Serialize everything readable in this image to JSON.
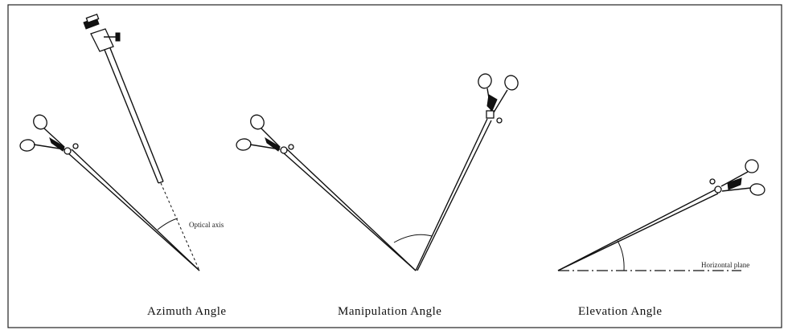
{
  "diagram": {
    "captions": {
      "azimuth": "Azimuth  Angle",
      "manipulation": "Manipulation  Angle",
      "elevation": "Elevation  Angle"
    },
    "labels": {
      "optical_axis": "Optical axis",
      "horizontal_plane": "Horizontal plane"
    }
  }
}
